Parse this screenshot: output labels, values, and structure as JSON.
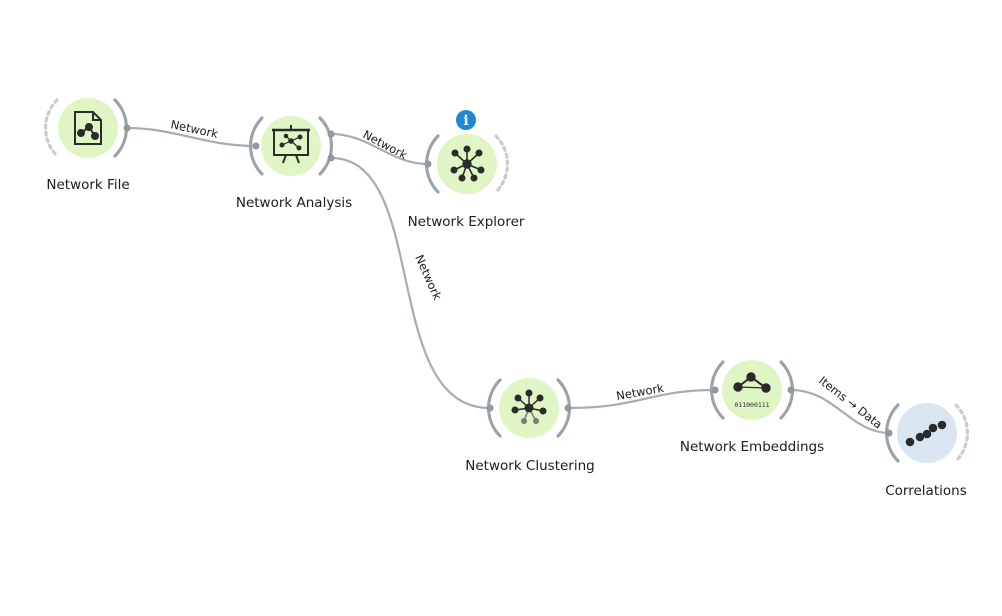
{
  "nodes": [
    {
      "id": "network-file",
      "label": "Network File",
      "color": "#dff5c4",
      "icon": "network-file-icon"
    },
    {
      "id": "network-analysis",
      "label": "Network Analysis",
      "color": "#dff5c4",
      "icon": "network-analysis-icon"
    },
    {
      "id": "network-explorer",
      "label": "Network Explorer",
      "color": "#dff5c4",
      "icon": "network-explorer-icon",
      "status": "info"
    },
    {
      "id": "network-clustering",
      "label": "Network Clustering",
      "color": "#dff5c4",
      "icon": "network-clustering-icon"
    },
    {
      "id": "network-embeddings",
      "label": "Network Embeddings",
      "color": "#dff5c4",
      "icon": "network-embeddings-icon",
      "icon_text": "011000111"
    },
    {
      "id": "correlations",
      "label": "Correlations",
      "color": "#d9e6f2",
      "icon": "correlations-icon"
    }
  ],
  "links": [
    {
      "id": "file-to-analysis",
      "label": "Network"
    },
    {
      "id": "analysis-to-explorer",
      "label": "Network"
    },
    {
      "id": "analysis-to-clustering",
      "label": "Network"
    },
    {
      "id": "clustering-to-embeddings",
      "label": "Network"
    },
    {
      "id": "embeddings-to-correlations",
      "label": "Items → Data"
    }
  ],
  "colors": {
    "widget_green": "#dff5c4",
    "widget_blue": "#d9e6f2",
    "link": "#a3adb5",
    "info_badge": "#1e88d6"
  }
}
